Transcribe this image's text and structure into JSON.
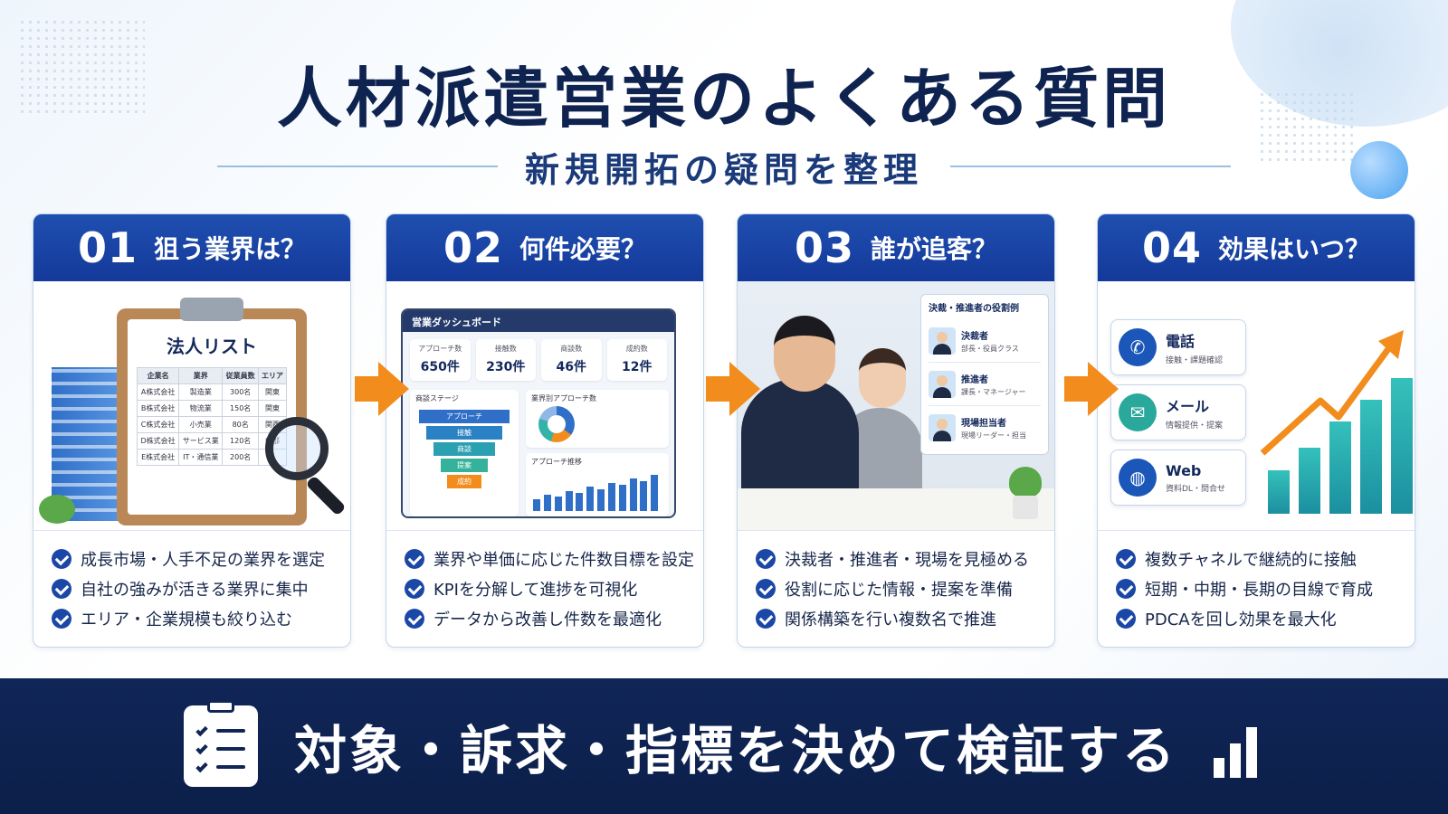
{
  "header": {
    "title": "人材派遣営業のよくある質問",
    "subtitle": "新規開拓の疑問を整理"
  },
  "cards": [
    {
      "number": "01",
      "title": "狙う業界は？",
      "points": [
        "成長市場・人手不足の業界を選定",
        "自社の強みが活きる業界に集中",
        "エリア・企業規模も絞り込む"
      ],
      "illustration": {
        "clipboard_title": "法人リスト",
        "table_headers": [
          "企業名",
          "業界",
          "従業員数",
          "エリア"
        ],
        "table_rows": [
          [
            "A株式会社",
            "製造業",
            "300名",
            "関東"
          ],
          [
            "B株式会社",
            "物流業",
            "150名",
            "関東"
          ],
          [
            "C株式会社",
            "小売業",
            "80名",
            "関西"
          ],
          [
            "D株式会社",
            "サービス業",
            "120名",
            "中部"
          ],
          [
            "E株式会社",
            "IT・通信業",
            "200名",
            ""
          ]
        ]
      }
    },
    {
      "number": "02",
      "title": "何件必要？",
      "points": [
        "業界や単価に応じた件数目標を設定",
        "KPIを分解して進捗を可視化",
        "データから改善し件数を最適化"
      ],
      "illustration": {
        "dashboard_title": "営業ダッシュボード",
        "kpis": [
          {
            "label": "アプローチ数",
            "value": "650件"
          },
          {
            "label": "接触数",
            "value": "230件"
          },
          {
            "label": "商談数",
            "value": "46件"
          },
          {
            "label": "成約数",
            "value": "12件"
          }
        ],
        "funnel_label": "商談ステージ",
        "funnel_steps": [
          "アプローチ",
          "接触",
          "商談",
          "提案",
          "成約"
        ],
        "donut_label": "業界別アプローチ数",
        "trend_label": "アプローチ推移",
        "trend_values": [
          3,
          4,
          3.5,
          5,
          4.5,
          6,
          5.5,
          7,
          6.5,
          8,
          7.5,
          9
        ]
      }
    },
    {
      "number": "03",
      "title": "誰が追客？",
      "points": [
        "決裁者・推進者・現場を見極める",
        "役割に応じた情報・提案を準備",
        "関係構築を行い複数名で推進"
      ],
      "illustration": {
        "roles_title": "決裁・推進者の役割例",
        "roles": [
          {
            "name": "決裁者",
            "desc": "部長・役員クラス"
          },
          {
            "name": "推進者",
            "desc": "課長・マネージャー"
          },
          {
            "name": "現場担当者",
            "desc": "現場リーダー・担当"
          }
        ]
      }
    },
    {
      "number": "04",
      "title": "効果はいつ？",
      "points": [
        "複数チャネルで継続的に接触",
        "短期・中期・長期の目線で育成",
        "PDCAを回し効果を最大化"
      ],
      "illustration": {
        "channels": [
          {
            "name": "電話",
            "desc": "接触・課題確認",
            "icon": "phone-icon",
            "color": "#1b57b8"
          },
          {
            "name": "メール",
            "desc": "情報提供・提案",
            "icon": "mail-icon",
            "color": "#2aa89c"
          },
          {
            "name": "Web",
            "desc": "資料DL・問合せ",
            "icon": "globe-icon",
            "color": "#1b57b8"
          }
        ],
        "growth_values": [
          2,
          3,
          4.2,
          5.2,
          6.2
        ]
      }
    }
  ],
  "footer": {
    "text": "対象・訴求・指標を決めて検証する",
    "left_icon": "checklist-icon",
    "right_icon": "growth-chart-icon"
  },
  "colors": {
    "navy": "#0f2350",
    "header_blue": "#1f4fb0",
    "arrow_orange": "#f28c1c",
    "footer_bg": "#102657"
  }
}
